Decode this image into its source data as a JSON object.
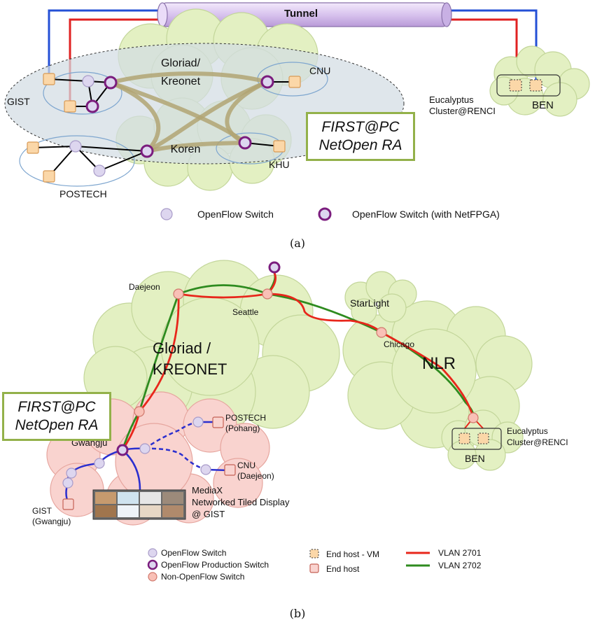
{
  "panel_a": {
    "tunnel_label": "Tunnel",
    "cloud_labels": [
      "Gloriad/",
      "Kreonet",
      "Koren"
    ],
    "sites": {
      "gist": "GIST",
      "cnu": "CNU",
      "khu": "KHU",
      "postech": "POSTECH",
      "ben": "BEN",
      "eucalyptus_1": "Eucalyptus",
      "eucalyptus_2": "Cluster@RENCI"
    },
    "box_line1": "FIRST@PC",
    "box_line2": "NetOpen RA",
    "legend": {
      "openflow_switch": "OpenFlow Switch",
      "openflow_switch_netfpga": "OpenFlow Switch (with NetFPGA)"
    },
    "caption": "(a)"
  },
  "panel_b": {
    "cities": {
      "daejeon": "Daejeon",
      "seattle": "Seattle",
      "starlight": "StarLight",
      "chicago": "Chicago",
      "gwangju": "Gwangju"
    },
    "cloud_labels": [
      "Gloriad /",
      "KREONET",
      "NLR"
    ],
    "box_line1": "FIRST@PC",
    "box_line2": "NetOpen RA",
    "sites": {
      "postech_1": "POSTECH",
      "postech_2": "(Pohang)",
      "cnu_1": "CNU",
      "cnu_2": "(Daejeon)",
      "gist_1": "GIST",
      "gist_2": "(Gwangju)",
      "mediax_1": "MediaX",
      "mediax_2": "Networked Tiled Display",
      "mediax_3": "@ GIST",
      "eucalyptus_1": "Eucalyptus",
      "eucalyptus_2": "Cluster@RENCI",
      "ben": "BEN"
    },
    "legend": {
      "openflow_switch": "OpenFlow Switch",
      "openflow_production_switch": "OpenFlow Production Switch",
      "non_openflow_switch": "Non-OpenFlow Switch",
      "end_host_vm": "End host - VM",
      "end_host": "End host",
      "vlan_2701": "VLAN 2701",
      "vlan_2702": "VLAN 2702"
    },
    "caption": "(b)"
  },
  "colors": {
    "cloud_green": "#e3f0c2",
    "cloud_pink": "#f9d3cf",
    "region_gray": "#d3dce3",
    "host_orange": "#fbd7a8",
    "switch_lavender": "#ddd6ef",
    "netfpga_purple": "#7b1d7e",
    "vlan_2701": "#e8261b",
    "vlan_2702": "#2e8b1f",
    "tunnel_blue": "#2450d6",
    "tunnel_red": "#e02222",
    "box_border": "#93b14a"
  }
}
